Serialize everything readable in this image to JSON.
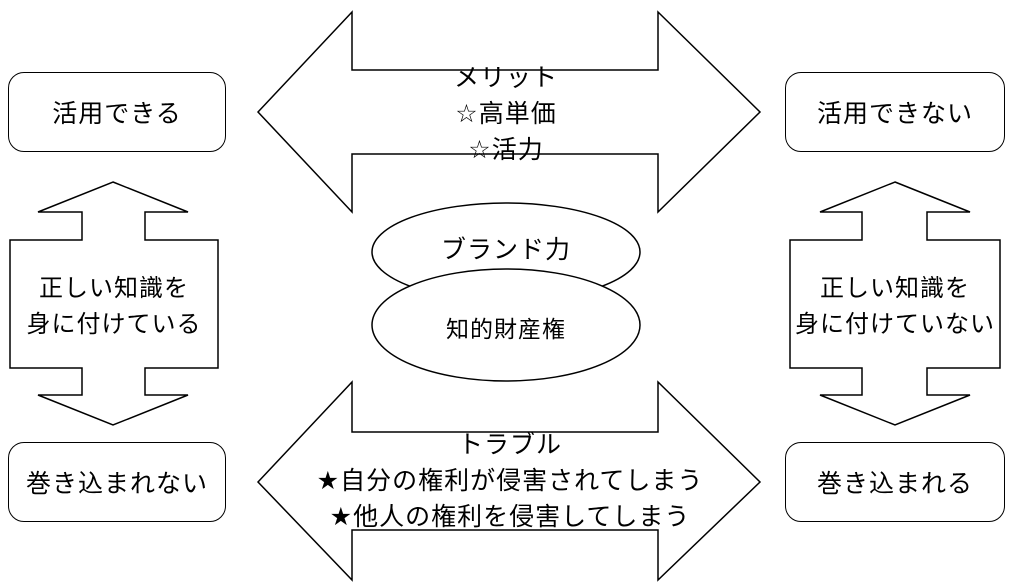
{
  "boxes": {
    "top_left": "活用できる",
    "top_right": "活用できない",
    "bottom_left": "巻き込まれない",
    "bottom_right": "巻き込まれる"
  },
  "merit": {
    "heading": "メリット",
    "items": [
      "☆高単価",
      "☆活力"
    ]
  },
  "trouble": {
    "heading": "トラブル",
    "items": [
      "★自分の権利が侵害されてしまう",
      "★他人の権利を侵害してしまう"
    ]
  },
  "ellipses": {
    "brand": "ブランド力",
    "ip": "知的財産権"
  },
  "vertical_arrows": {
    "left": [
      "正しい知識を",
      "身に付けている"
    ],
    "right": [
      "正しい知識を",
      "身に付けていない"
    ]
  }
}
